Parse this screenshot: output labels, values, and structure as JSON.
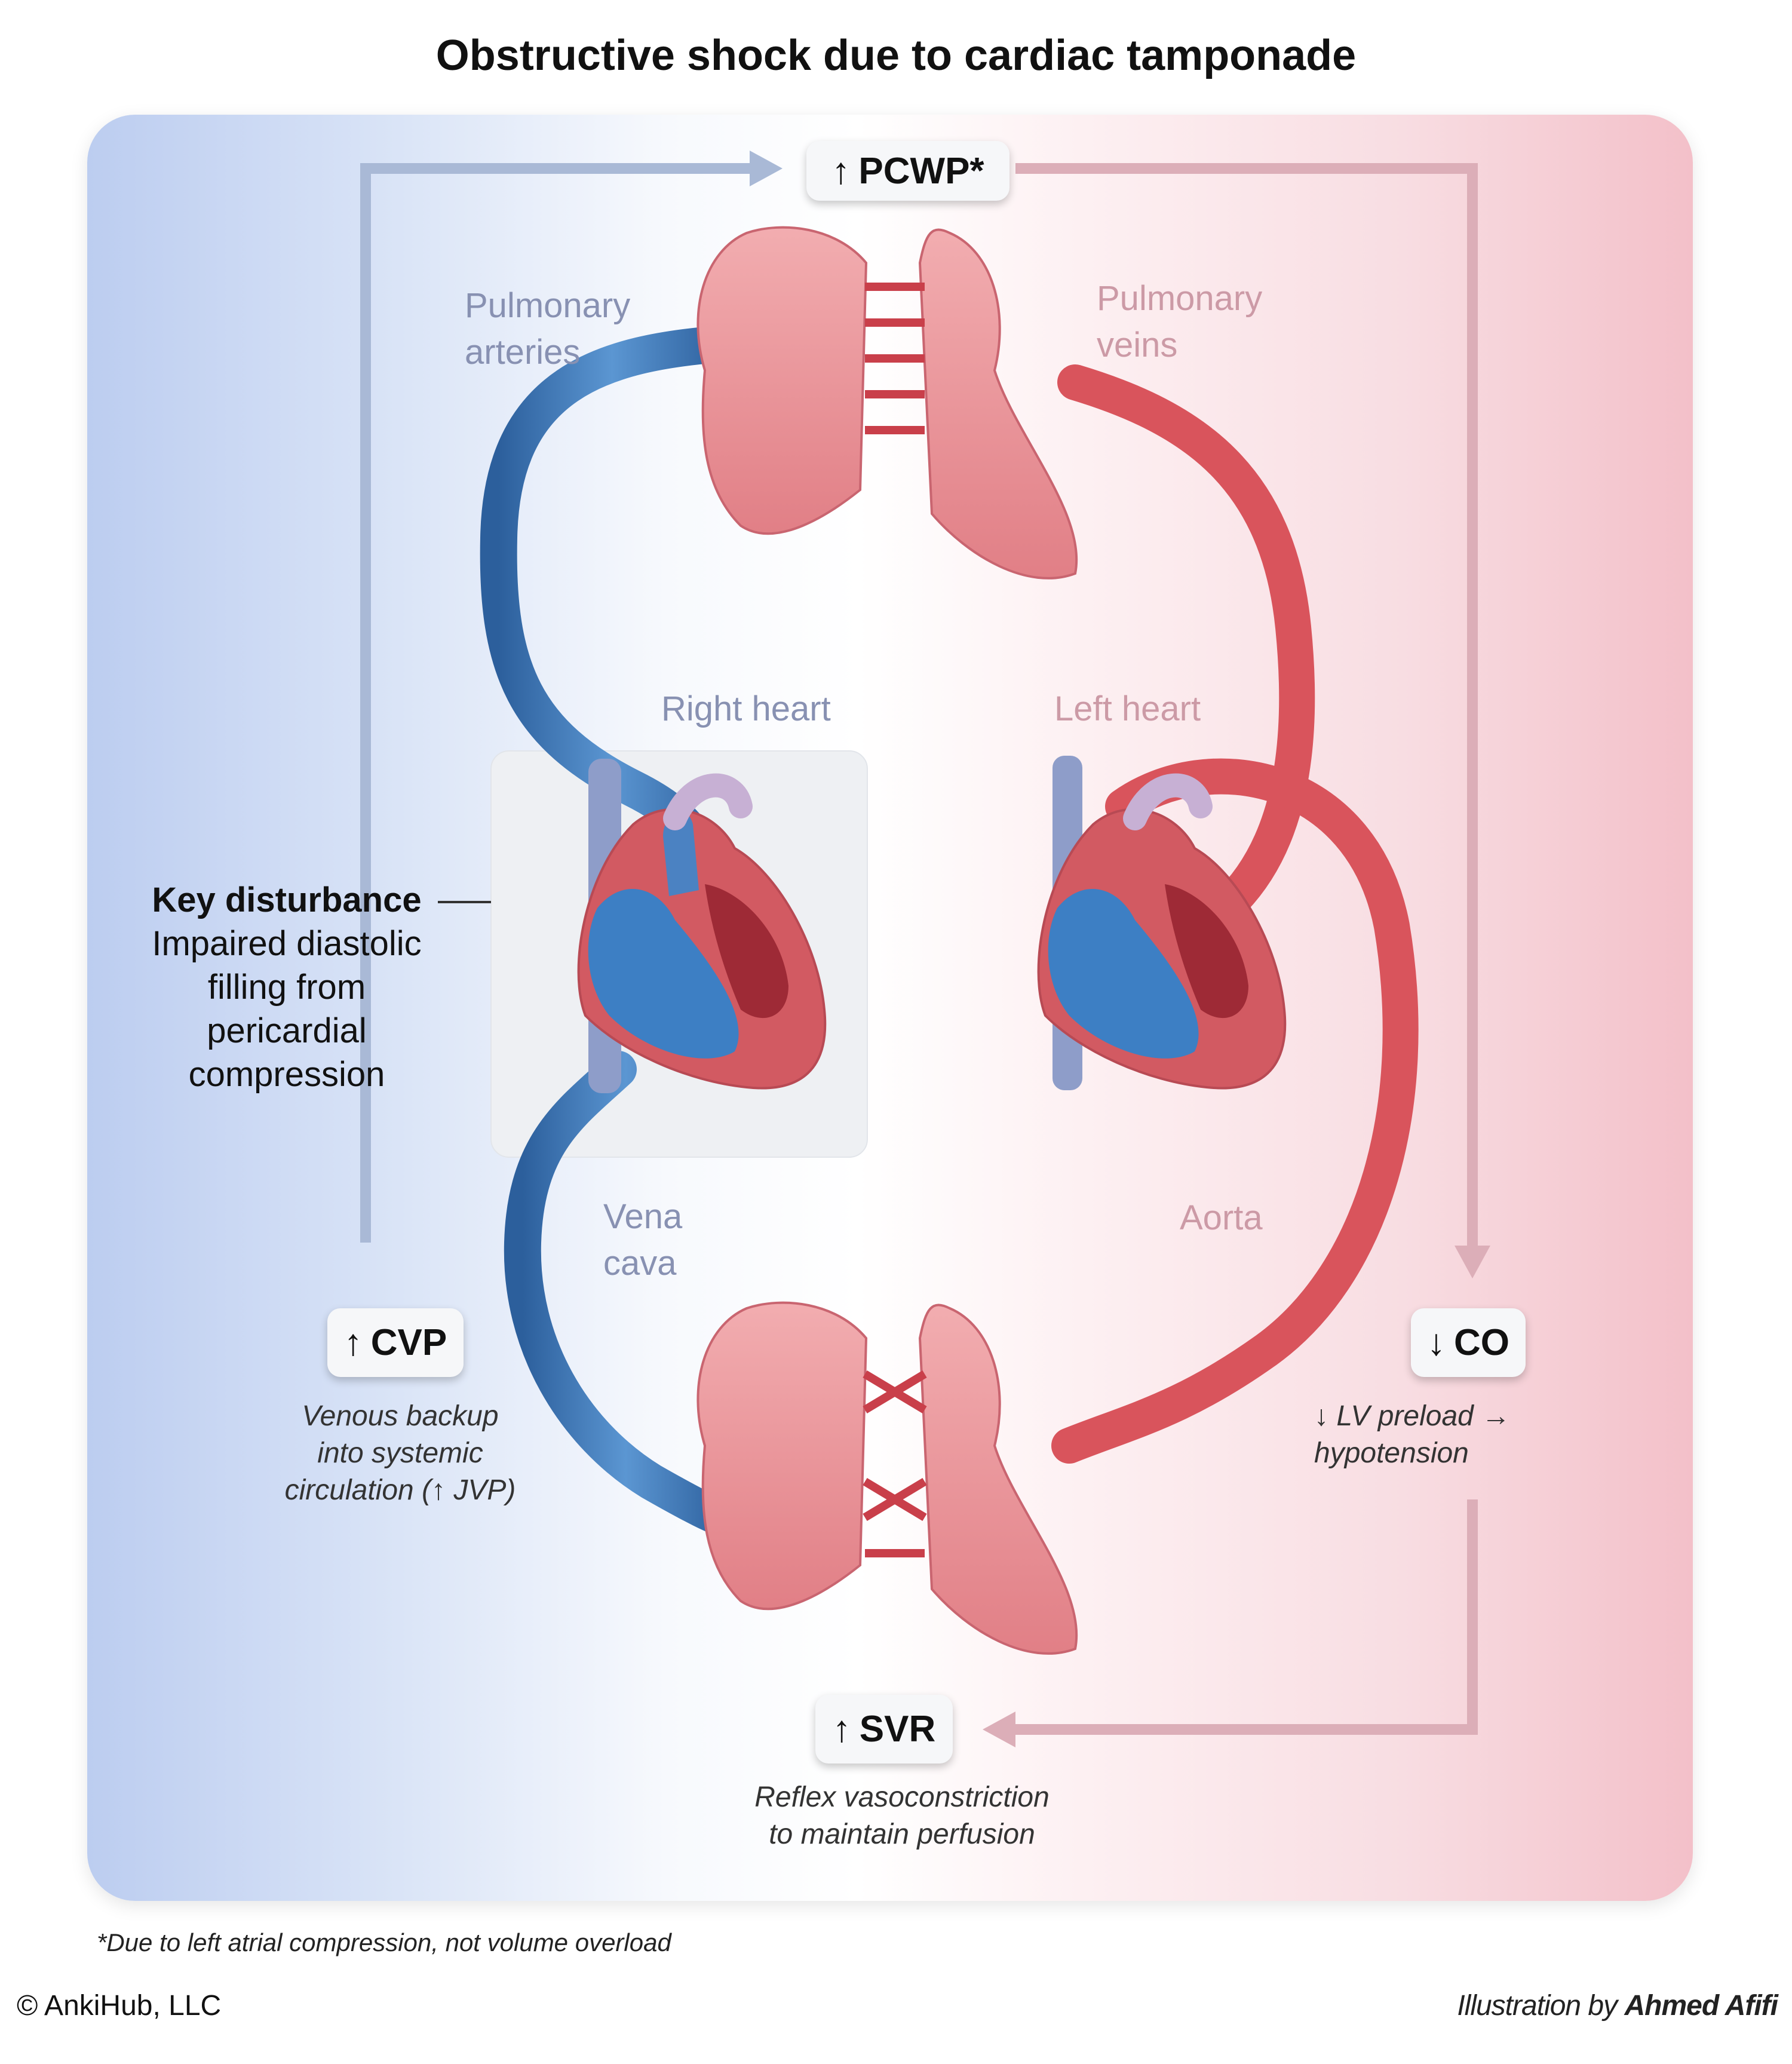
{
  "title": "Obstructive shock due to cardiac tamponade",
  "boxes": {
    "pcwp": {
      "arrow": "↑",
      "label": "PCWP*"
    },
    "cvp": {
      "arrow": "↑",
      "label": "CVP"
    },
    "co": {
      "arrow": "↓",
      "label": "CO"
    },
    "svr": {
      "arrow": "↑",
      "label": "SVR"
    }
  },
  "labels": {
    "pulmonary_arteries": [
      "Pulmonary",
      "arteries"
    ],
    "pulmonary_veins": [
      "Pulmonary",
      "veins"
    ],
    "right_heart": "Right heart",
    "left_heart": "Left heart",
    "vena_cava": [
      "Vena",
      "cava"
    ],
    "aorta": "Aorta"
  },
  "key_disturbance": {
    "title": "Key disturbance",
    "lines": [
      "Impaired diastolic",
      "filling from",
      "pericardial",
      "compression"
    ]
  },
  "notes": {
    "cvp": [
      "Venous backup",
      "into systemic",
      "circulation (↑ JVP)"
    ],
    "co": [
      "↓ LV preload →",
      "hypotension"
    ],
    "svr": [
      "Reflex vasoconstriction",
      "to maintain perfusion"
    ]
  },
  "footnote": "*Due to left atrial compression, not volume overload",
  "copyright": "© AnkiHub, LLC",
  "credit": {
    "prefix": "Illustration by",
    "name": "Ahmed Afifi"
  },
  "colors": {
    "venous_blue": "#3f78b8",
    "arterial_red": "#d9545c",
    "lung_pink": "#e9959a",
    "flow_arrow_blue": "#9fb1d2",
    "flow_arrow_pink": "#dcaeb8",
    "panel_left": "#bccdf0",
    "panel_right": "#f3c0c9"
  }
}
